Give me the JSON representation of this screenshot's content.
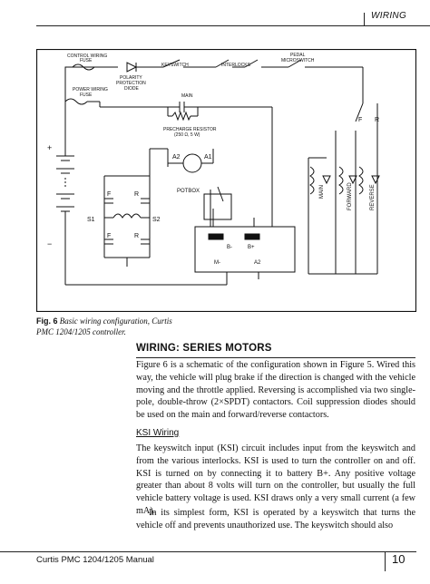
{
  "header": {
    "section": "WIRING"
  },
  "diagram": {
    "labels": {
      "control_fuse_1": "CONTROL WIRING",
      "control_fuse_2": "FUSE",
      "polarity_1": "POLARITY",
      "polarity_2": "PROTECTION",
      "polarity_3": "DIODE",
      "keyswitch": "KEYSWITCH",
      "interlocks": "INTERLOCKS",
      "pedal_1": "PEDAL",
      "pedal_2": "MICROSWITCH",
      "power_fuse_1": "POWER WIRING",
      "power_fuse_2": "FUSE",
      "main": "MAIN",
      "precharge": "PRECHARGE RESISTOR",
      "precharge_value": "(250 Ω, 5 W)",
      "plus": "+",
      "minus": "−",
      "a2": "A2",
      "a1": "A1",
      "f_left": "F",
      "r_left": "R",
      "s1": "S1",
      "s2": "S2",
      "f_left2": "F",
      "r_left2": "R",
      "potbox": "POTBOX",
      "b_minus": "B-",
      "b_plus": "B+",
      "m_minus": "M-",
      "a2_ctrl": "A2",
      "f_right": "F",
      "r_right": "R",
      "coil_main": "MAIN",
      "coil_forward": "FORWARD",
      "coil_reverse": "REVERSE"
    }
  },
  "caption": {
    "fig": "Fig. 6",
    "text": "Basic wiring configuration, Curtis PMC 1204/1205 controller."
  },
  "section_title": "WIRING: SERIES MOTORS",
  "paragraph1": "Figure 6 is a schematic of the configuration shown in Figure 5. Wired this way, the vehicle will plug brake if the direction is changed with the vehicle moving and the throttle applied. Reversing is accomplished via two single-pole, double-throw (2×SPDT) contactors. Coil suppression diodes should be used on the main and forward/reverse contactors.",
  "subheading": "KSI Wiring",
  "paragraph2": "The keyswitch input (KSI) circuit includes input from the keyswitch and from the various interlocks. KSI is used to turn the controller on and off. KSI is turned on by connecting it to battery B+. Any positive voltage greater than about 8 volts will turn on the controller, but usually the full vehicle battery voltage is used. KSI draws only a very small current (a few mA).",
  "paragraph3": "In its simplest form, KSI is operated by a keyswitch that turns the vehicle off and prevents unauthorized use. The keyswitch should also",
  "footer": {
    "manual": "Curtis PMC 1204/1205 Manual",
    "page": "10"
  }
}
